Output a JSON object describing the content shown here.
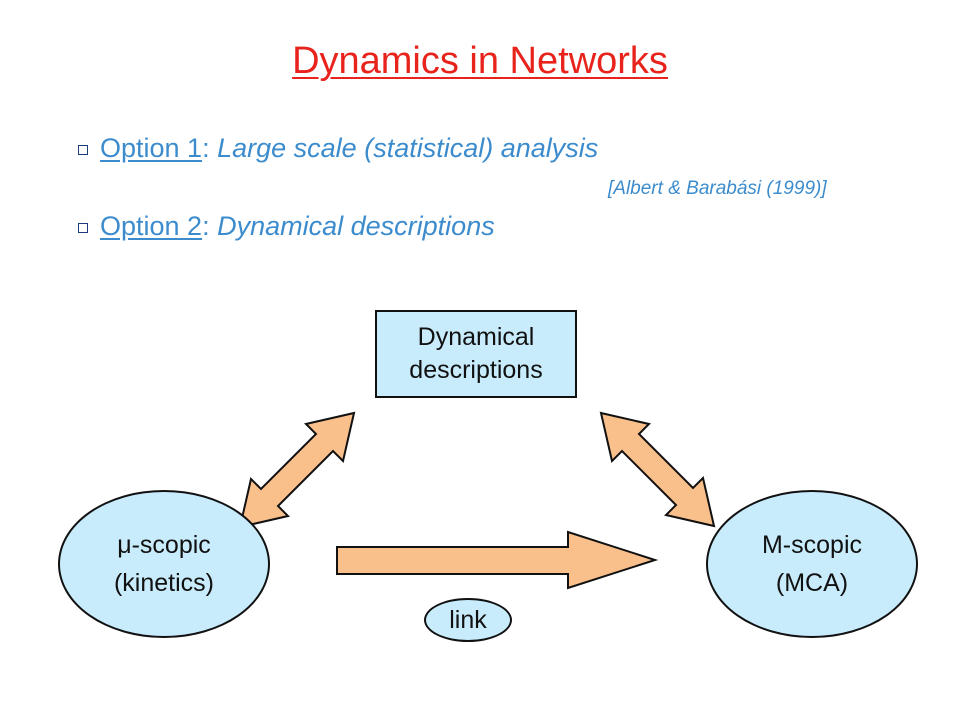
{
  "title": "Dynamics in Networks",
  "bullets": [
    {
      "option": "Option 1",
      "separator": ":",
      "description": "Large scale (statistical) analysis"
    },
    {
      "option": "Option 2",
      "separator": ":",
      "description": "Dynamical descriptions"
    }
  ],
  "reference": "[Albert & Barabási (1999)]",
  "diagram": {
    "top_box": {
      "line1": "Dynamical",
      "line2": "descriptions"
    },
    "left_node": {
      "line1": "μ-scopic",
      "line2": "(kinetics)"
    },
    "right_node": {
      "line1": "M-scopic",
      "line2": "(MCA)"
    },
    "link_label": "link"
  },
  "colors": {
    "title": "#e8231c",
    "bullet_text": "#3c8ccd",
    "node_fill": "#c8ecfb",
    "arrow_fill": "#f9c08c"
  }
}
